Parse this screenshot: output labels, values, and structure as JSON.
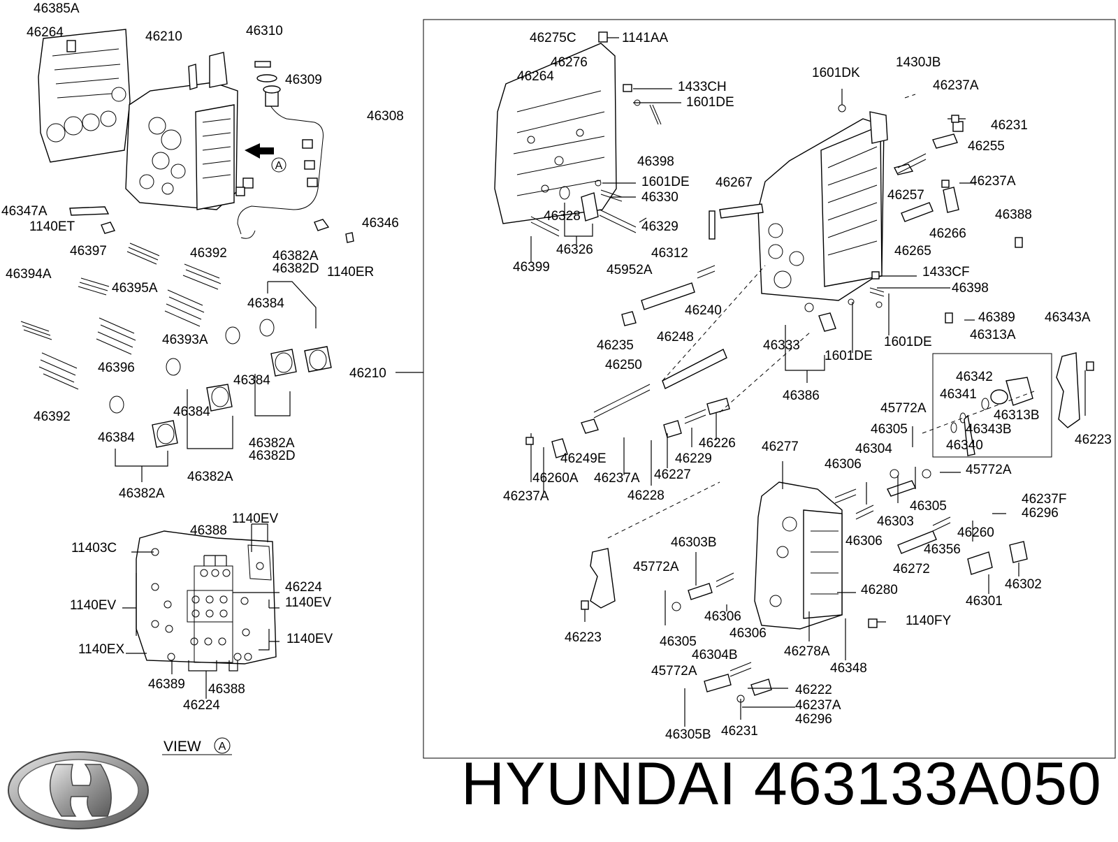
{
  "footer": {
    "brand_text": "HYUNDAI 463133A050",
    "logo_icon": "hyundai-logo-icon"
  },
  "view_label": "VIEW",
  "view_marker": "A",
  "arrow_marker": "A",
  "labels": [
    "46385A",
    "46264",
    "46210",
    "46310",
    "46309",
    "46308",
    "46347A",
    "1140ET",
    "46346",
    "1140ER",
    "46397",
    "46392",
    "46382A",
    "46382D",
    "46394A",
    "46395A",
    "46384",
    "46393A",
    "46396",
    "46384",
    "46392",
    "46384",
    "46382A",
    "46382D",
    "46384",
    "46382A",
    "46382A",
    "46210",
    "46388",
    "1140EV",
    "11403C",
    "46224",
    "1140EV",
    "1140EV",
    "1140EV",
    "1140EX",
    "46389",
    "46388",
    "46224",
    "46275C",
    "1141AA",
    "46276",
    "46264",
    "1433CH",
    "1601DE",
    "1601DK",
    "1430JB",
    "46237A",
    "46231",
    "46255",
    "46398",
    "46267",
    "1601DE",
    "46330",
    "46328",
    "46329",
    "46326",
    "46399",
    "46257",
    "46237A",
    "46266",
    "46388",
    "46265",
    "46312",
    "45952A",
    "46240",
    "1433CF",
    "46398",
    "46235",
    "46248",
    "46333",
    "1601DE",
    "1601DE",
    "46389",
    "46343A",
    "46313A",
    "46250",
    "46386",
    "46342",
    "46341",
    "46313B",
    "46343B",
    "46340",
    "46223",
    "45772A",
    "46305",
    "46304",
    "46306",
    "46277",
    "45772A",
    "46249E",
    "46226",
    "46229",
    "46227",
    "46237A",
    "46260A",
    "46228",
    "46237A",
    "46303",
    "46305",
    "46237F",
    "46296",
    "46306",
    "46260",
    "46303B",
    "46356",
    "45772A",
    "46272",
    "46302",
    "46301",
    "46280",
    "46306",
    "46305",
    "46223",
    "1140FY",
    "46306",
    "46278A",
    "46348",
    "46304B",
    "45772A",
    "46222",
    "46237A",
    "46296",
    "46231",
    "46305B"
  ]
}
